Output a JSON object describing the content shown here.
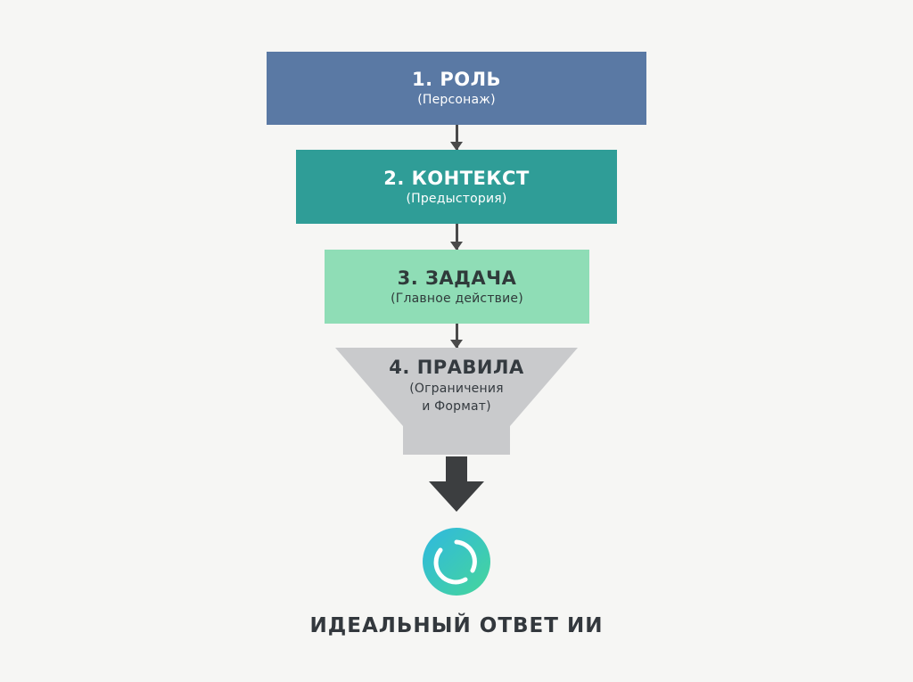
{
  "steps": [
    {
      "title": "1. РОЛЬ",
      "subtitle": "(Персонаж)",
      "color": "#5a79a4"
    },
    {
      "title": "2. КОНТЕКСТ",
      "subtitle": "(Предыстория)",
      "color": "#2f9d97"
    },
    {
      "title": "3. ЗАДАЧА",
      "subtitle": "(Главное действие)",
      "color": "#8fddb6"
    },
    {
      "title": "4. ПРАВИЛА",
      "subtitle_line1": "(Ограничения",
      "subtitle_line2": "и Формат)",
      "color": "#c9cacc"
    }
  ],
  "result": {
    "label": "ИДЕАЛЬНЫЙ ОТВЕТ ИИ",
    "icon": "ai-ring-icon"
  },
  "colors": {
    "background": "#f6f6f4",
    "arrow": "#4a4a4a",
    "icon_gradient_start": "#2fb8e0",
    "icon_gradient_end": "#46d69a"
  }
}
